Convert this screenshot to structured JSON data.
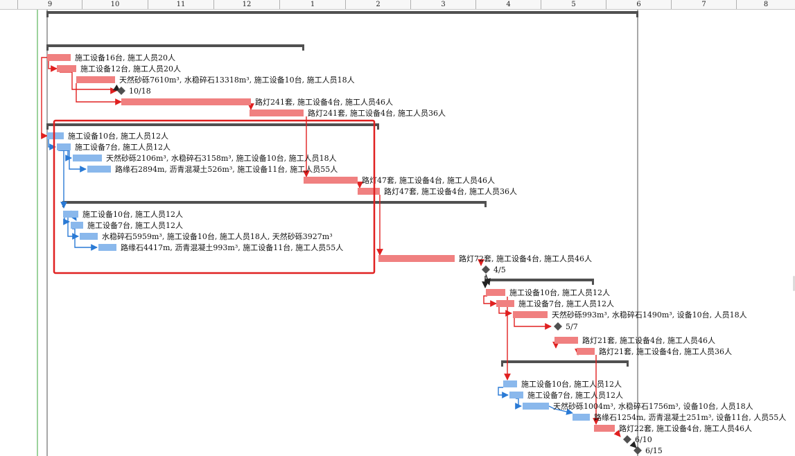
{
  "timeline": {
    "months": [
      "9",
      "10",
      "11",
      "12",
      "1",
      "2",
      "3",
      "4",
      "5",
      "6",
      "7",
      "8"
    ]
  },
  "colors": {
    "critical_bar": "#f08080",
    "critical_link": "#e02020",
    "normal_bar": "#8ab8ec",
    "normal_link": "#2a7ad5",
    "summary": "#505050",
    "milestone": "#505050",
    "selection": "#e02020",
    "today_line": "#7cc47c"
  },
  "tasks": [
    {
      "label": "施工设备16台, 施工人员20人",
      "kind": "critical"
    },
    {
      "label": "施工设备12台, 施工人员20人",
      "kind": "critical"
    },
    {
      "label": "天然砂砾7610m³, 水稳碎石13318m³, 施工设备10台, 施工人员18人",
      "kind": "critical"
    },
    {
      "label": "10/18",
      "kind": "milestone"
    },
    {
      "label": "路灯241套, 施工设备4台, 施工人员46人",
      "kind": "critical"
    },
    {
      "label": "路灯241套, 施工设备4台, 施工人员36人",
      "kind": "critical"
    },
    {
      "label": "施工设备10台, 施工人员12人",
      "kind": "normal"
    },
    {
      "label": "施工设备7台, 施工人员12人",
      "kind": "normal"
    },
    {
      "label": "天然砂砾2106m³, 水稳碎石3158m³, 施工设备10台, 施工人员18人",
      "kind": "normal"
    },
    {
      "label": "路缘石2894m, 沥青混凝土526m³, 施工设备11台, 施工人员55人",
      "kind": "normal"
    },
    {
      "label": "路灯47套, 施工设备4台, 施工人员46人",
      "kind": "critical"
    },
    {
      "label": "路灯47套, 施工设备4台, 施工人员36人",
      "kind": "critical"
    },
    {
      "label": "施工设备10台, 施工人员12人",
      "kind": "normal"
    },
    {
      "label": "施工设备7台, 施工人员12人",
      "kind": "normal"
    },
    {
      "label": "水稳碎石5959m³, 施工设备10台, 施工人员18人, 天然砂砾3927m³",
      "kind": "normal"
    },
    {
      "label": "路缘石4417m, 沥青混凝土993m³, 施工设备11台, 施工人员55人",
      "kind": "normal"
    },
    {
      "label": "路灯72套, 施工设备4台, 施工人员46人",
      "kind": "critical"
    },
    {
      "label": "4/5",
      "kind": "milestone"
    },
    {
      "label": "施工设备10台, 施工人员12人",
      "kind": "critical"
    },
    {
      "label": "施工设备7台, 施工人员12人",
      "kind": "critical"
    },
    {
      "label": "天然砂砾993m³, 水稳碎石1490m³, 设备10台, 人员18人",
      "kind": "critical"
    },
    {
      "label": "5/7",
      "kind": "milestone"
    },
    {
      "label": "路灯21套, 施工设备4台, 施工人员46人",
      "kind": "critical"
    },
    {
      "label": "路灯21套, 施工设备4台, 施工人员36人",
      "kind": "critical"
    },
    {
      "label": "施工设备10台, 施工人员12人",
      "kind": "normal"
    },
    {
      "label": "施工设备7台, 施工人员12人",
      "kind": "normal"
    },
    {
      "label": "天然砂砾1004m³, 水稳碎石1756m³, 设备10台, 人员18人",
      "kind": "normal"
    },
    {
      "label": "路缘石1254m, 沥青混凝土251m³, 设备11台, 人员55人",
      "kind": "normal"
    },
    {
      "label": "路灯22套, 施工设备4台, 施工人员46人",
      "kind": "critical"
    },
    {
      "label": "6/10",
      "kind": "milestone"
    },
    {
      "label": "6/15",
      "kind": "milestone"
    }
  ]
}
